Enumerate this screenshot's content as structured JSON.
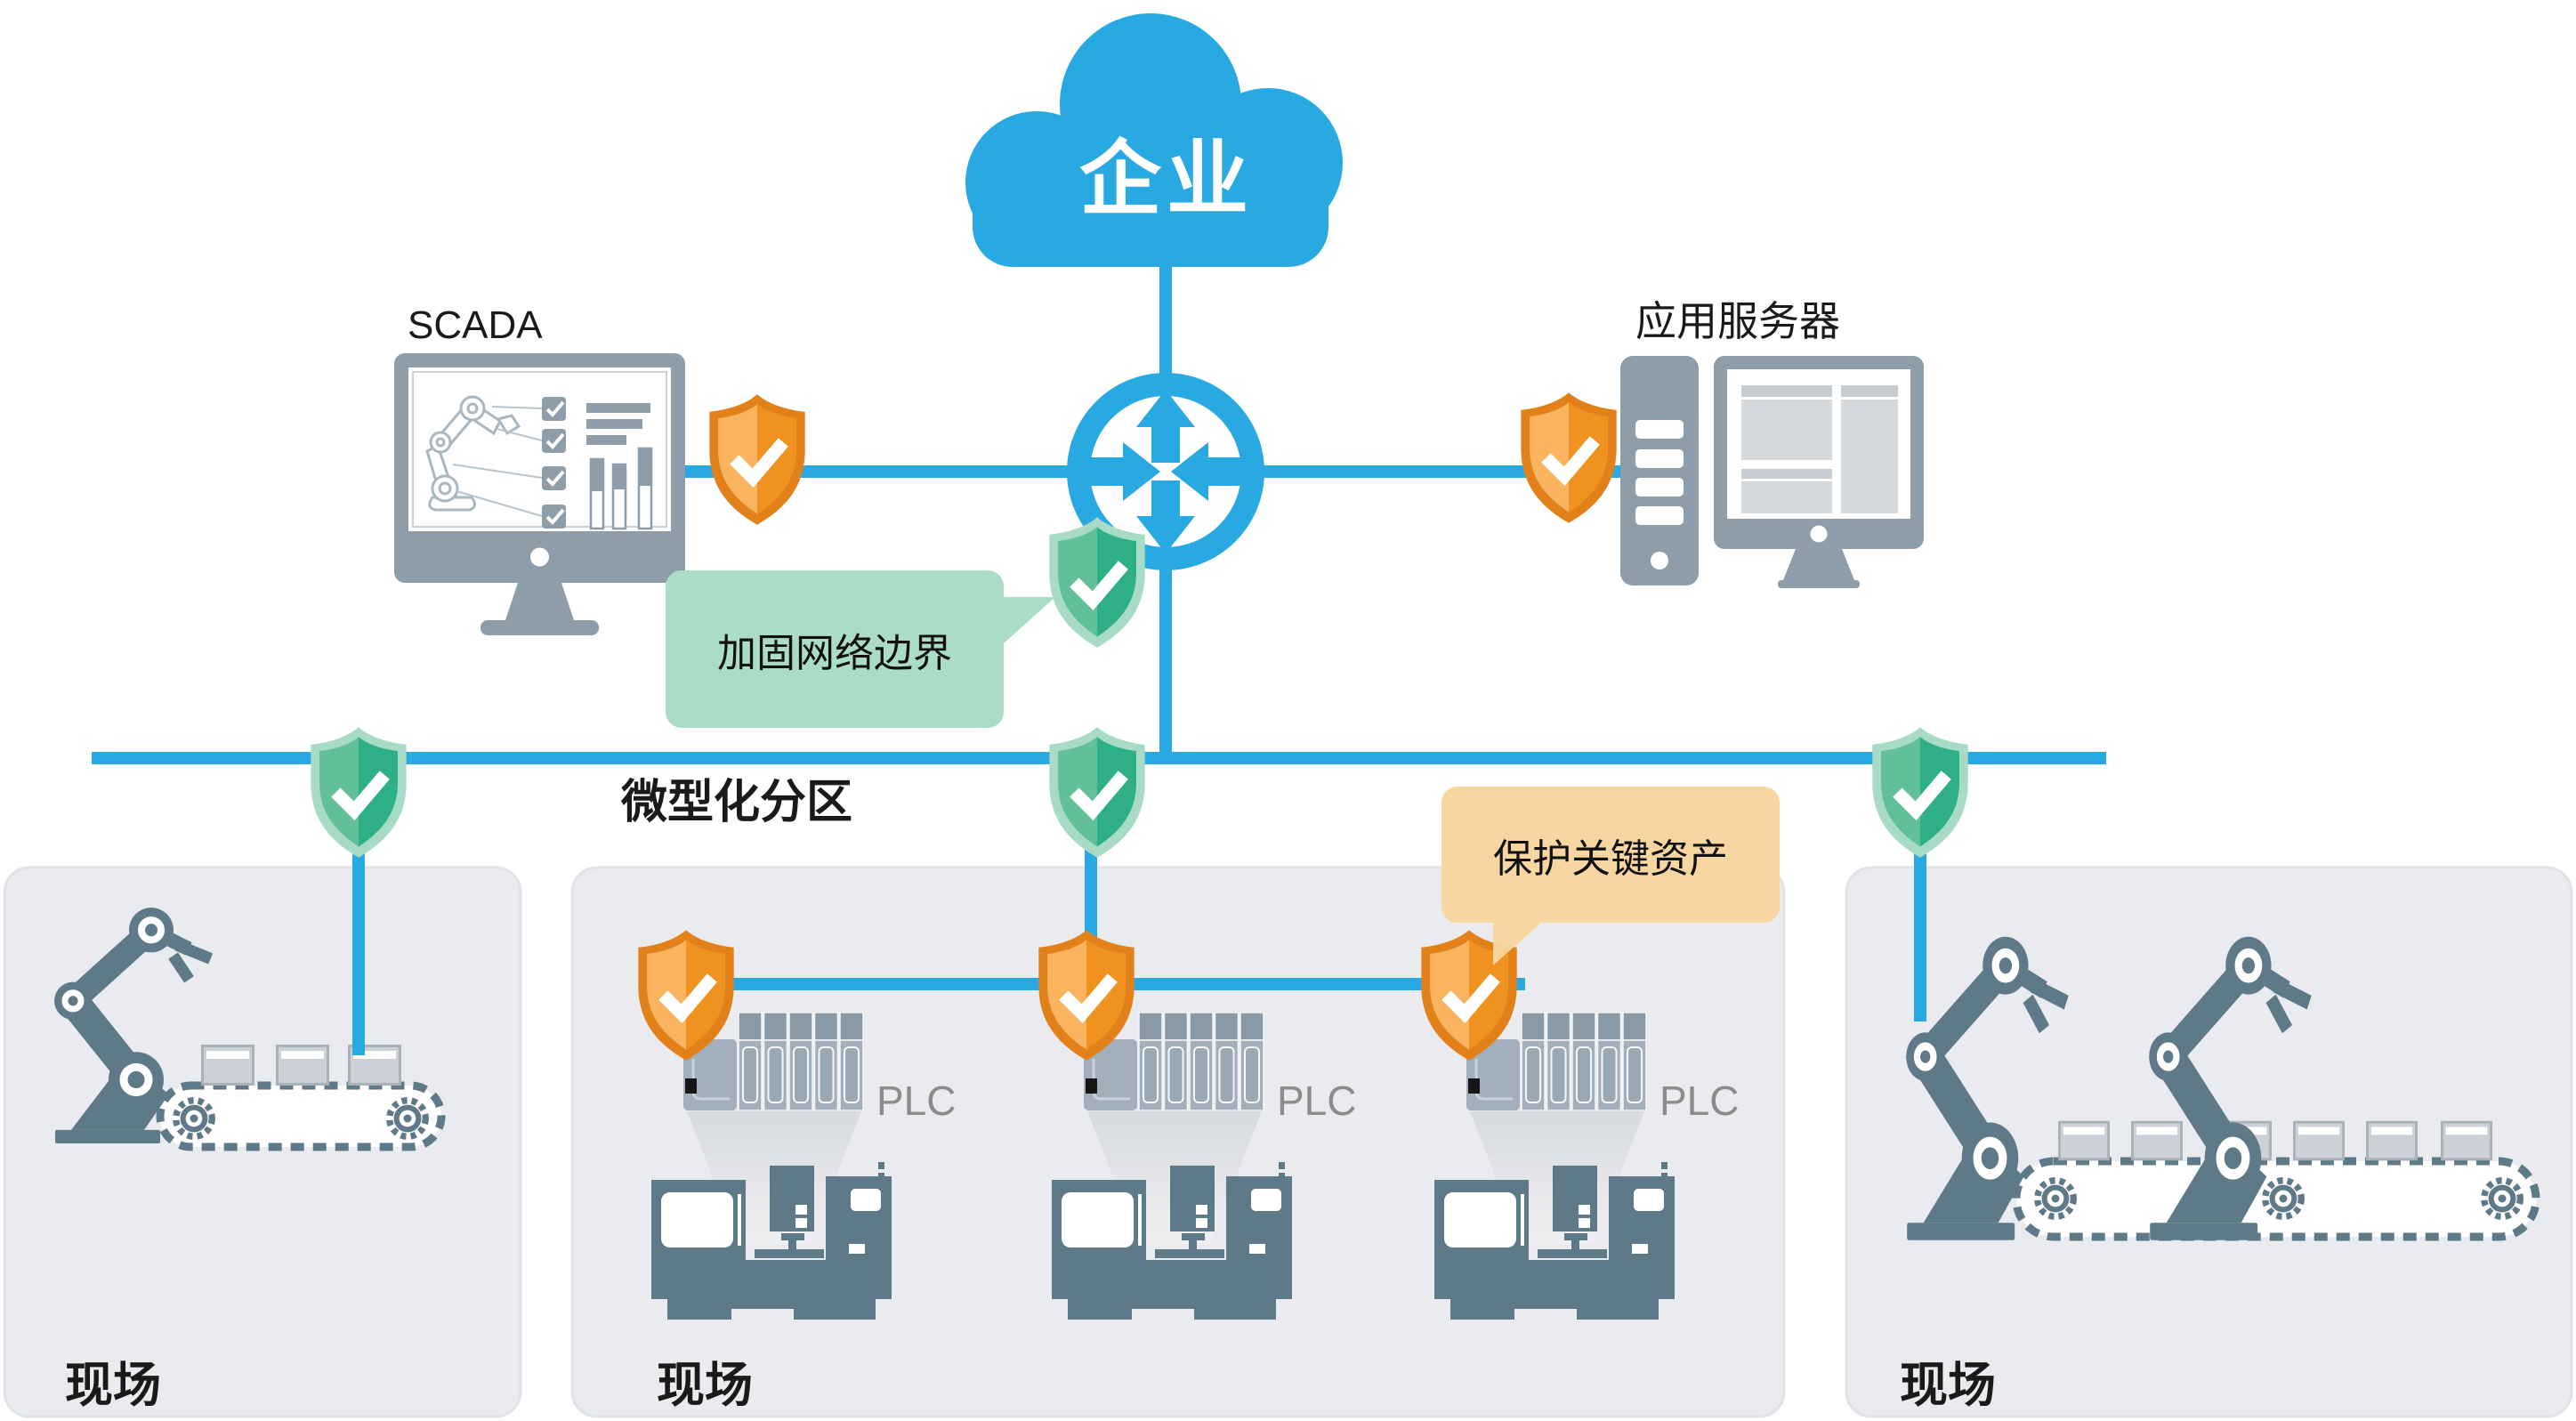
{
  "cloud": {
    "label": "企业"
  },
  "devices": {
    "scada_label": "SCADA",
    "app_server_label": "应用服务器",
    "plc_labels": [
      "PLC",
      "PLC",
      "PLC"
    ]
  },
  "network": {
    "segmentation_label": "微型化分区"
  },
  "callouts": {
    "harden_perimeter": "加固网络边界",
    "protect_assets": "保护关键资产"
  },
  "zones": [
    {
      "label": "现场"
    },
    {
      "label": "现场"
    },
    {
      "label": "现场"
    }
  ],
  "colors": {
    "network_blue": "#29A9E1",
    "icon_slate": "#5E7987",
    "device_gray": "#8E9DAA",
    "zone_background": "#E9EBEE",
    "shield_green_light": "#62C098",
    "shield_green_dark": "#2EAF87",
    "shield_green_border": "#A7DBC5",
    "shield_orange_light": "#FAB45F",
    "shield_orange_dark": "#F0921F",
    "shield_orange_border": "#E2811A",
    "callout_green_bg": "#ABDDC6",
    "callout_orange_bg": "#F7D49E"
  },
  "icons": {
    "cloud": "cloud-icon",
    "router": "router-icon",
    "shield": "shield-check-icon",
    "scada": "scada-monitor-icon",
    "app_server": "server-tower-icon",
    "plc": "plc-rack-icon",
    "machine": "cnc-machine-icon",
    "robot": "robot-arm-icon",
    "conveyor": "conveyor-belt-icon"
  }
}
